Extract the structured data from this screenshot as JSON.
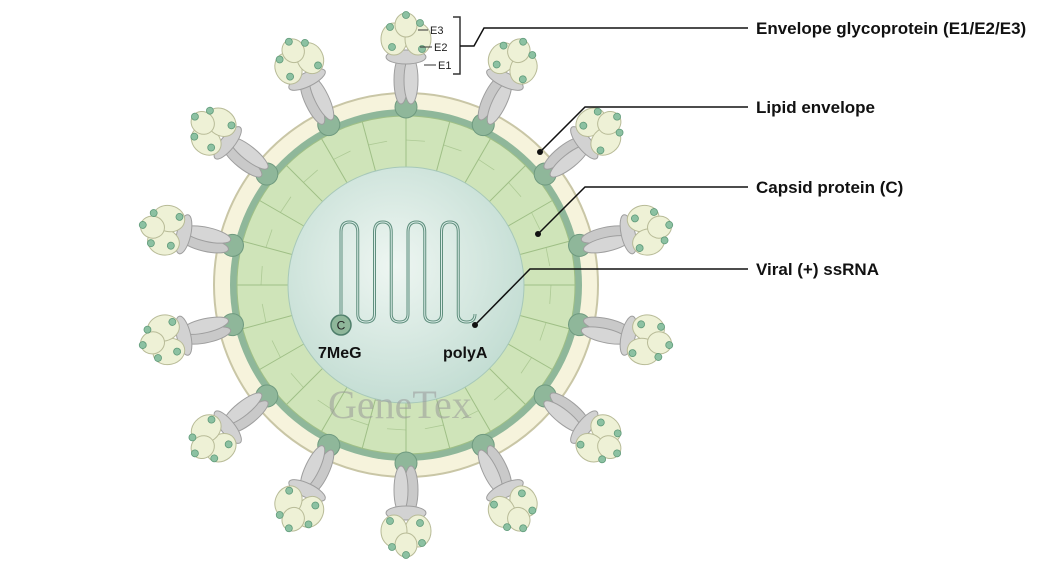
{
  "diagram": {
    "labels": {
      "glycoprotein": "Envelope glycoprotein (E1/E2/E3)",
      "lipid": "Lipid envelope",
      "capsid": "Capsid protein (C)",
      "rna": "Viral (+) ssRNA"
    },
    "subunits": {
      "e3": "E3",
      "e2": "E2",
      "e1": "E1"
    },
    "cap_letter": "C",
    "cap_label": "7MeG",
    "tail_label": "polyA",
    "watermark": "GeneTex"
  },
  "colors": {
    "lipid_fill": "#f6f3dc",
    "lipid_stroke": "#c9c6a6",
    "membrane": "#8fb79a",
    "capsid_fill": "#cfe4b9",
    "capsid_stroke": "#9fbf86",
    "core": "#d9ebe6",
    "spike": "#c9c9c9",
    "spike_stroke": "#9e9e9e",
    "head": "#eef1d6",
    "head_stroke": "#b8bb97",
    "dot": "#8cc1a2",
    "rna": "#5f8f7d"
  }
}
